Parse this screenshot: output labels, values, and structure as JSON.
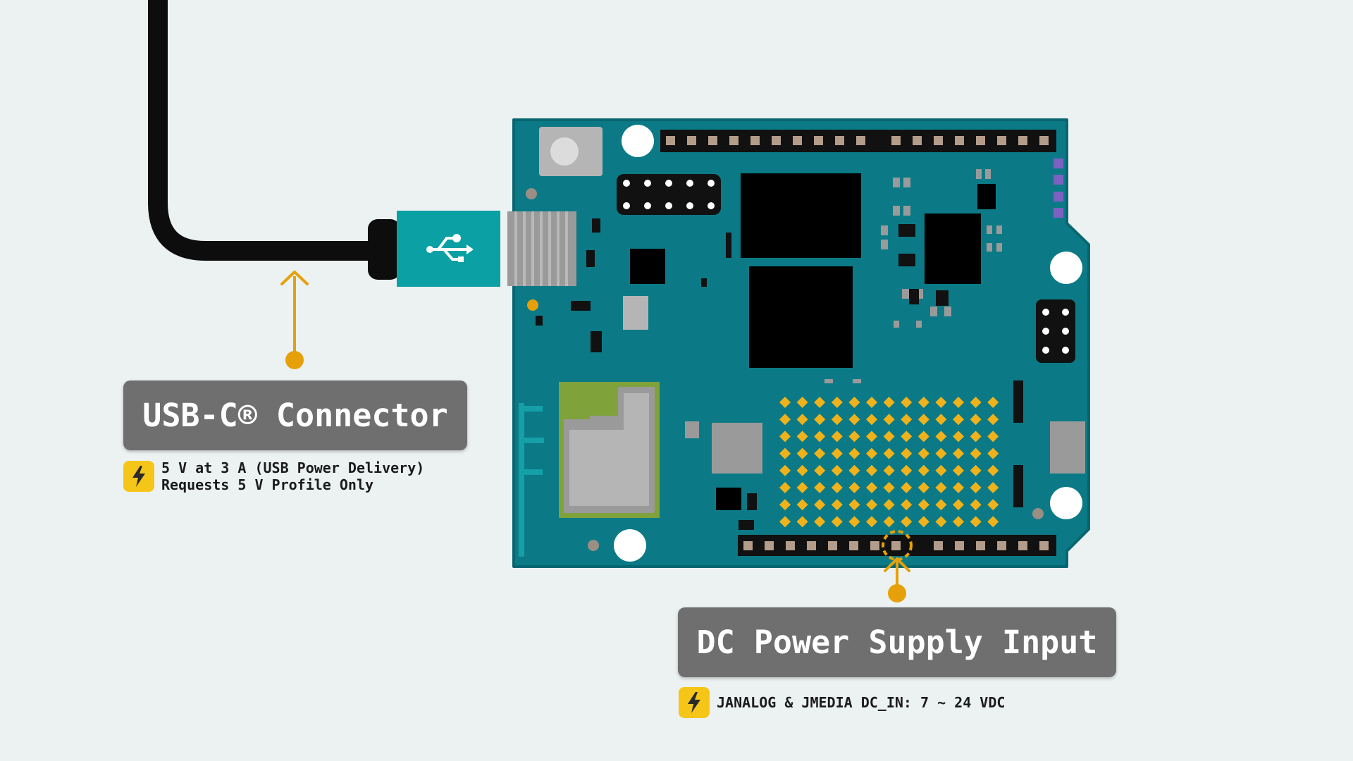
{
  "usb_connector": {
    "title": "USB-C® Connector",
    "spec_line_1": "5 V at 3 A (USB Power Delivery)",
    "spec_line_2": "Requests 5 V Profile Only",
    "icon": "lightning-bolt-icon"
  },
  "dc_input": {
    "title": "DC Power Supply Input",
    "spec_line_1": "JANALOG & JMEDIA DC_IN: 7 ~ 24 VDC",
    "icon": "lightning-bolt-icon"
  },
  "colors": {
    "background": "#ecf1f1",
    "board": "#0b7a86",
    "usb_plug": "#0aa0a4",
    "accent": "#e6a10a",
    "callout": "#6f6f6f",
    "badge": "#f5c518",
    "led": "#f0b21b"
  }
}
